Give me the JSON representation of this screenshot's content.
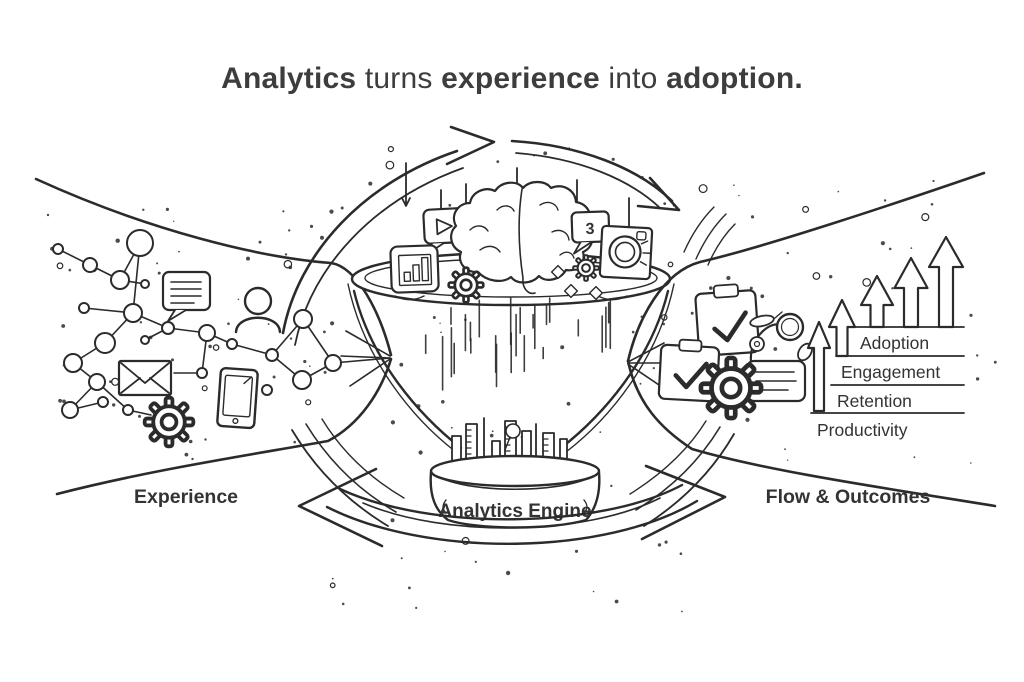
{
  "title": {
    "bold_1": "Analytics",
    "plain_1": " turns ",
    "bold_2": "experience",
    "plain_2": " into ",
    "bold_3": "adoption."
  },
  "labels": {
    "experience_zone": "Experience",
    "engine": "Analytics Engine",
    "flow_outcomes_zone": "Flow & Outcomes"
  },
  "outcomes": [
    "Adoption",
    "Engagement",
    "Retention",
    "Productivity"
  ],
  "badge": {
    "count": "3"
  },
  "colors": {
    "ink": "#2b2b2b",
    "title_text": "#3d3d3d",
    "label_text": "#333333",
    "background": "#ffffff"
  },
  "icons": {
    "left_zone": [
      "network-graph",
      "chat-bubble-icon",
      "user-icon",
      "envelope-icon",
      "smartphone-icon",
      "gear-icon"
    ],
    "center_zone": [
      "cycle-arrows-icon",
      "funnel",
      "brain-icon",
      "video-play-icon",
      "bar-chart-icon",
      "gear-icon",
      "photo-card-icon",
      "chat-count-bubble-icon",
      "gear-diamonds-icon",
      "bar-columns-icon",
      "flow-arrow-icon"
    ],
    "right_zone": [
      "clipboard-check-icon",
      "clipboard-check-icon",
      "gear-icon",
      "robot-arm-magnifier-icon",
      "document-lines-icon",
      "growth-arrows-icon"
    ]
  }
}
